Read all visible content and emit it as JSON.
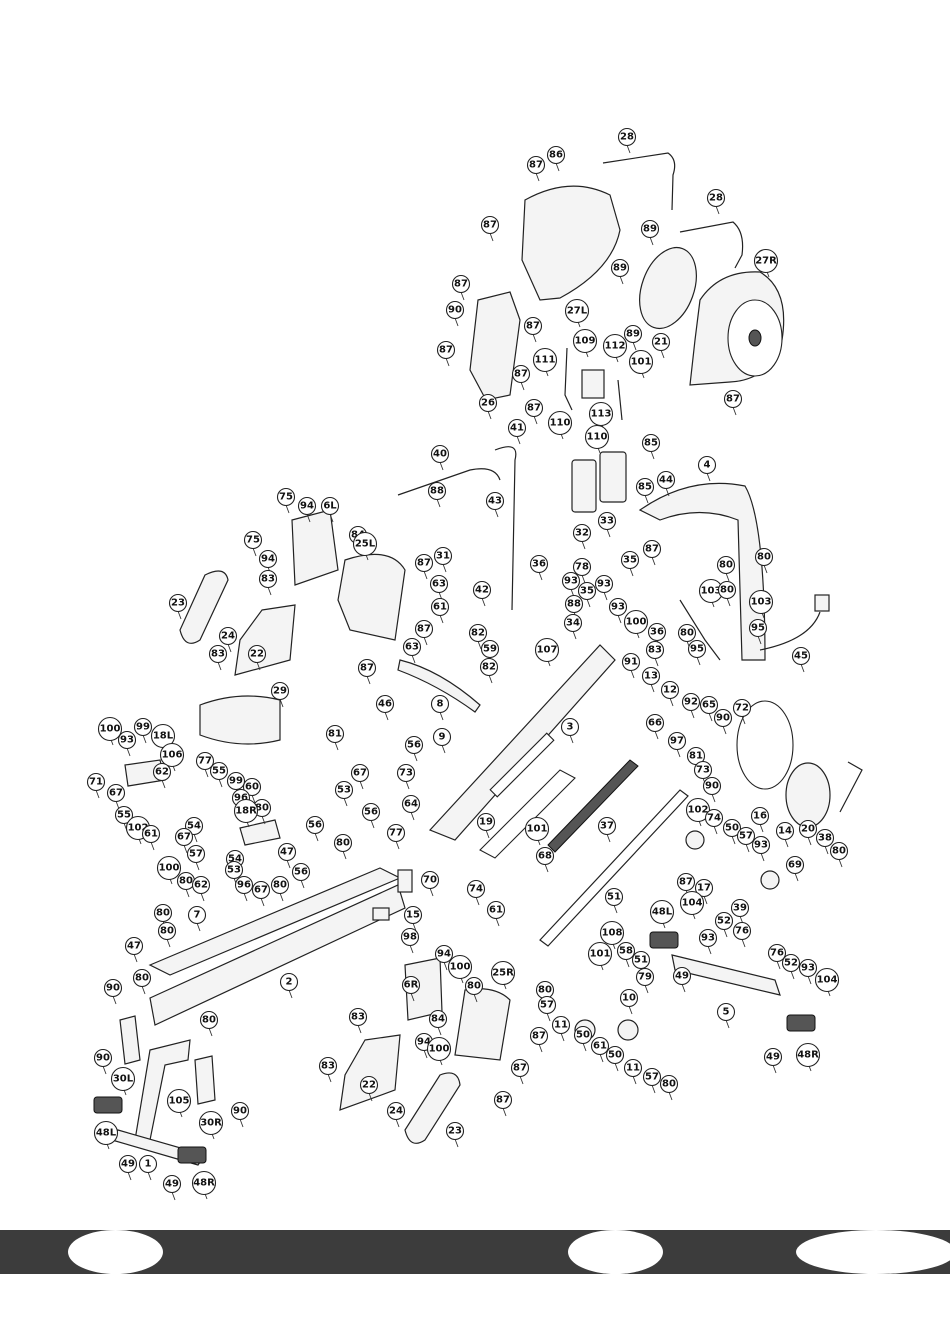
{
  "colors": {
    "ink": "#222222",
    "footer": "#3c3c3c",
    "paper": "#ffffff"
  },
  "callouts": [
    {
      "label": "28"
    },
    {
      "label": "86"
    },
    {
      "label": "87"
    },
    {
      "label": "28"
    },
    {
      "label": "87"
    },
    {
      "label": "89"
    },
    {
      "label": "27R"
    },
    {
      "label": "89"
    },
    {
      "label": "87"
    },
    {
      "label": "90"
    },
    {
      "label": "27L"
    },
    {
      "label": "21"
    },
    {
      "label": "87"
    },
    {
      "label": "89"
    },
    {
      "label": "87"
    },
    {
      "label": "109"
    },
    {
      "label": "112"
    },
    {
      "label": "101"
    },
    {
      "label": "111"
    },
    {
      "label": "87"
    },
    {
      "label": "26"
    },
    {
      "label": "87"
    },
    {
      "label": "113"
    },
    {
      "label": "87"
    },
    {
      "label": "110"
    },
    {
      "label": "110"
    },
    {
      "label": "41"
    },
    {
      "label": "85"
    },
    {
      "label": "40"
    },
    {
      "label": "88"
    },
    {
      "label": "44"
    },
    {
      "label": "4"
    },
    {
      "label": "85"
    },
    {
      "label": "43"
    },
    {
      "label": "75"
    },
    {
      "label": "94"
    },
    {
      "label": "6L"
    },
    {
      "label": "80"
    },
    {
      "label": "32"
    },
    {
      "label": "33"
    },
    {
      "label": "87"
    },
    {
      "label": "84"
    },
    {
      "label": "75"
    },
    {
      "label": "25L"
    },
    {
      "label": "31"
    },
    {
      "label": "36"
    },
    {
      "label": "78"
    },
    {
      "label": "80"
    },
    {
      "label": "94"
    },
    {
      "label": "87"
    },
    {
      "label": "35"
    },
    {
      "label": "93"
    },
    {
      "label": "35"
    },
    {
      "label": "103"
    },
    {
      "label": "80"
    },
    {
      "label": "83"
    },
    {
      "label": "42"
    },
    {
      "label": "63"
    },
    {
      "label": "93"
    },
    {
      "label": "93"
    },
    {
      "label": "103"
    },
    {
      "label": "23"
    },
    {
      "label": "61"
    },
    {
      "label": "88"
    },
    {
      "label": "100"
    },
    {
      "label": "36"
    },
    {
      "label": "95"
    },
    {
      "label": "24"
    },
    {
      "label": "63"
    },
    {
      "label": "87"
    },
    {
      "label": "34"
    },
    {
      "label": "80"
    },
    {
      "label": "95"
    },
    {
      "label": "22"
    },
    {
      "label": "82"
    },
    {
      "label": "107"
    },
    {
      "label": "83"
    },
    {
      "label": "45"
    },
    {
      "label": "83"
    },
    {
      "label": "87"
    },
    {
      "label": "59"
    },
    {
      "label": "82"
    },
    {
      "label": "91"
    },
    {
      "label": "13"
    },
    {
      "label": "29"
    },
    {
      "label": "8"
    },
    {
      "label": "12"
    },
    {
      "label": "46"
    },
    {
      "label": "92"
    },
    {
      "label": "65"
    },
    {
      "label": "72"
    },
    {
      "label": "100"
    },
    {
      "label": "99"
    },
    {
      "label": "18L"
    },
    {
      "label": "81"
    },
    {
      "label": "3"
    },
    {
      "label": "66"
    },
    {
      "label": "90"
    },
    {
      "label": "93"
    },
    {
      "label": "9"
    },
    {
      "label": "97"
    },
    {
      "label": "56"
    },
    {
      "label": "81"
    },
    {
      "label": "106"
    },
    {
      "label": "77"
    },
    {
      "label": "67"
    },
    {
      "label": "73"
    },
    {
      "label": "73"
    },
    {
      "label": "90"
    },
    {
      "label": "71"
    },
    {
      "label": "99"
    },
    {
      "label": "62"
    },
    {
      "label": "55"
    },
    {
      "label": "53"
    },
    {
      "label": "60"
    },
    {
      "label": "67"
    },
    {
      "label": "96"
    },
    {
      "label": "56"
    },
    {
      "label": "64"
    },
    {
      "label": "16"
    },
    {
      "label": "19"
    },
    {
      "label": "101"
    },
    {
      "label": "37"
    },
    {
      "label": "38"
    },
    {
      "label": "14"
    },
    {
      "label": "20"
    },
    {
      "label": "102"
    },
    {
      "label": "80"
    },
    {
      "label": "18R"
    },
    {
      "label": "55"
    },
    {
      "label": "80"
    },
    {
      "label": "102"
    },
    {
      "label": "56"
    },
    {
      "label": "54"
    },
    {
      "label": "74"
    },
    {
      "label": "50"
    },
    {
      "label": "57"
    },
    {
      "label": "61"
    },
    {
      "label": "67"
    },
    {
      "label": "77"
    },
    {
      "label": "80"
    },
    {
      "label": "47"
    },
    {
      "label": "93"
    },
    {
      "label": "57"
    },
    {
      "label": "54"
    },
    {
      "label": "56"
    },
    {
      "label": "100"
    },
    {
      "label": "53"
    },
    {
      "label": "68"
    },
    {
      "label": "69"
    },
    {
      "label": "80"
    },
    {
      "label": "62"
    },
    {
      "label": "67"
    },
    {
      "label": "96"
    },
    {
      "label": "80"
    },
    {
      "label": "74"
    },
    {
      "label": "70"
    },
    {
      "label": "17"
    },
    {
      "label": "61"
    },
    {
      "label": "51"
    },
    {
      "label": "87"
    },
    {
      "label": "39"
    },
    {
      "label": "80"
    },
    {
      "label": "80"
    },
    {
      "label": "15"
    },
    {
      "label": "104"
    },
    {
      "label": "48L"
    },
    {
      "label": "52"
    },
    {
      "label": "7"
    },
    {
      "label": "76"
    },
    {
      "label": "93"
    },
    {
      "label": "98"
    },
    {
      "label": "47"
    },
    {
      "label": "108"
    },
    {
      "label": "94"
    },
    {
      "label": "25R"
    },
    {
      "label": "101"
    },
    {
      "label": "58"
    },
    {
      "label": "51"
    },
    {
      "label": "76"
    },
    {
      "label": "100"
    },
    {
      "label": "52"
    },
    {
      "label": "2"
    },
    {
      "label": "80"
    },
    {
      "label": "93"
    },
    {
      "label": "104"
    },
    {
      "label": "79"
    },
    {
      "label": "80"
    },
    {
      "label": "49"
    },
    {
      "label": "90"
    },
    {
      "label": "6R"
    },
    {
      "label": "80"
    },
    {
      "label": "57"
    },
    {
      "label": "10"
    },
    {
      "label": "5"
    },
    {
      "label": "84"
    },
    {
      "label": "80"
    },
    {
      "label": "11"
    },
    {
      "label": "87"
    },
    {
      "label": "50"
    },
    {
      "label": "61"
    },
    {
      "label": "94"
    },
    {
      "label": "100"
    },
    {
      "label": "83"
    },
    {
      "label": "90"
    },
    {
      "label": "50"
    },
    {
      "label": "49"
    },
    {
      "label": "48R"
    },
    {
      "label": "11"
    },
    {
      "label": "30L"
    },
    {
      "label": "87"
    },
    {
      "label": "57"
    },
    {
      "label": "22"
    },
    {
      "label": "83"
    },
    {
      "label": "80"
    },
    {
      "label": "105"
    },
    {
      "label": "87"
    },
    {
      "label": "90"
    },
    {
      "label": "24"
    },
    {
      "label": "30R"
    },
    {
      "label": "48L"
    },
    {
      "label": "23"
    },
    {
      "label": "49"
    },
    {
      "label": "1"
    },
    {
      "label": "49"
    },
    {
      "label": "48R"
    }
  ]
}
